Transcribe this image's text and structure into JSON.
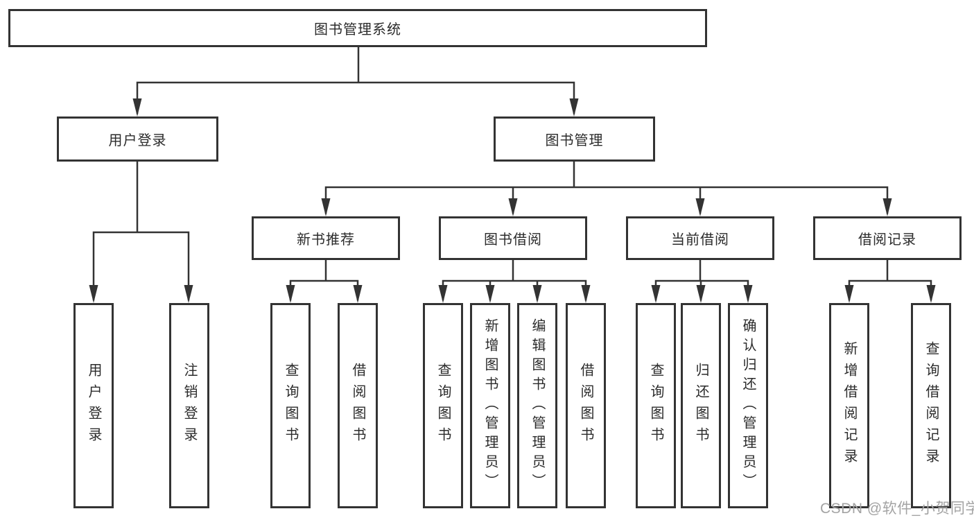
{
  "tree": {
    "root": {
      "label": "图书管理系统",
      "children": [
        {
          "label": "用户登录",
          "children": [
            {
              "label": "用户登录"
            },
            {
              "label": "注销登录"
            }
          ]
        },
        {
          "label": "图书管理",
          "children": [
            {
              "label": "新书推荐",
              "children": [
                {
                  "label": "查询图书"
                },
                {
                  "label": "借阅图书"
                }
              ]
            },
            {
              "label": "图书借阅",
              "children": [
                {
                  "label": "查询图书"
                },
                {
                  "label": "新增图书（管理员）"
                },
                {
                  "label": "编辑图书（管理员）"
                },
                {
                  "label": "借阅图书"
                }
              ]
            },
            {
              "label": "当前借阅",
              "children": [
                {
                  "label": "查询图书"
                },
                {
                  "label": "归还图书"
                },
                {
                  "label": "确认归还（管理员）"
                }
              ]
            },
            {
              "label": "借阅记录",
              "children": [
                {
                  "label": "新增借阅记录"
                },
                {
                  "label": "查询借阅记录"
                }
              ]
            }
          ]
        }
      ]
    }
  },
  "watermark": {
    "text": "CSDN @软件_小贺同学"
  },
  "colors": {
    "line": "#333333",
    "text": "#2b2b2b",
    "watermark": "#a3a3a3",
    "background": "#ffffff"
  }
}
